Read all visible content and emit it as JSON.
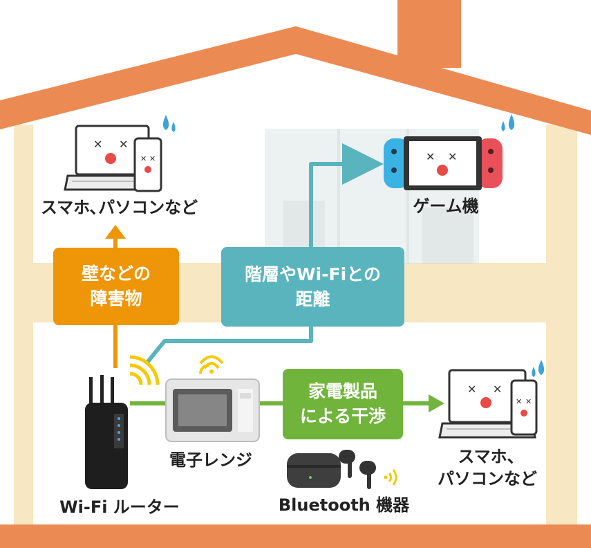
{
  "colors": {
    "roof": "#ec8a54",
    "wall": "#f7e7c2",
    "obstacle_orange": "#ee9608",
    "distance_teal": "#5ab4bd",
    "interference_green": "#71b43c",
    "sweat_blue": "#3da2da",
    "face_red": "#e84a45"
  },
  "labels": {
    "top_left_devices": "スマホ､パソコンなど",
    "game_console": "ゲーム機",
    "router": "Wi-Fi ルーター",
    "microwave": "電子レンジ",
    "bluetooth": "Bluetooth 機器",
    "bottom_right_line1": "スマホ、",
    "bottom_right_line2": "パソコンなど"
  },
  "causes": {
    "obstacle": {
      "line1": "壁などの",
      "line2": "障害物"
    },
    "distance": {
      "line1": "階層やWi-Fiとの",
      "line2": "距離"
    },
    "appliance": {
      "line1": "家電製品",
      "line2": "による干渉"
    }
  }
}
